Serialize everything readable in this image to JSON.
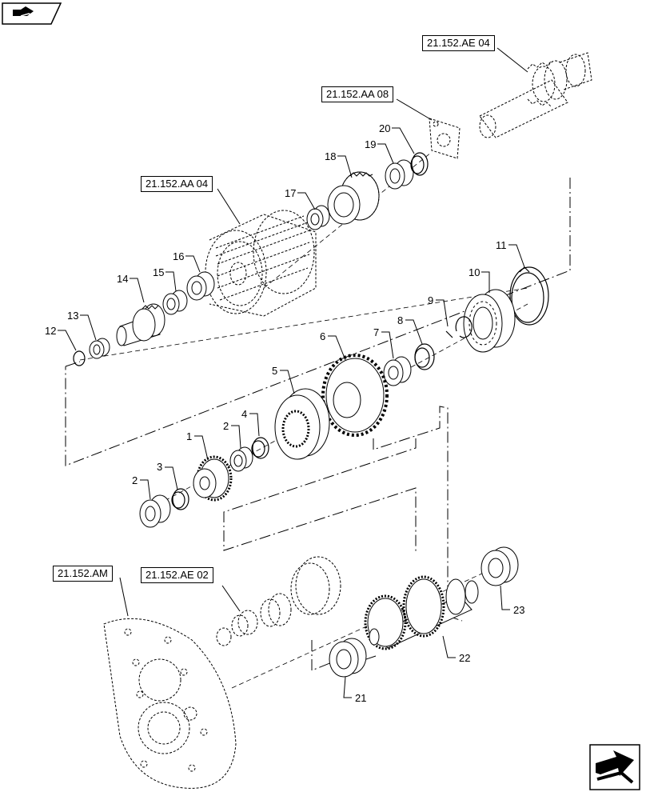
{
  "references": {
    "ae04": "21.152.AE 04",
    "aa08": "21.152.AA 08",
    "aa04": "21.152.AA 04",
    "am": "21.152.AM",
    "ae02": "21.152.AE 02"
  },
  "callouts": [
    "1",
    "2",
    "2",
    "3",
    "4",
    "5",
    "6",
    "7",
    "8",
    "9",
    "10",
    "11",
    "12",
    "13",
    "14",
    "15",
    "16",
    "17",
    "18",
    "19",
    "20",
    "21",
    "22",
    "23"
  ],
  "icons": {
    "top_left": "book-arrow-icon",
    "bottom_right": "next-page-arrow-icon"
  }
}
